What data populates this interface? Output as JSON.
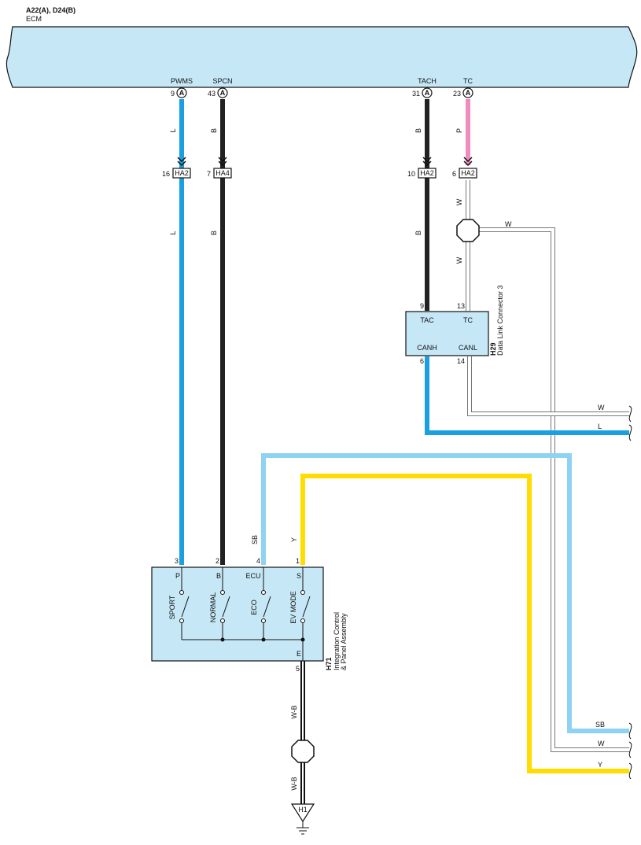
{
  "header": {
    "connector_ref": "A22(A), D24(B)",
    "component": "ECM"
  },
  "ecm_pins": [
    {
      "num": "9",
      "name": "PWMS",
      "conn": "A"
    },
    {
      "num": "43",
      "name": "SPCN",
      "conn": "A"
    },
    {
      "num": "31",
      "name": "TACH",
      "conn": "A"
    },
    {
      "num": "23",
      "name": "TC",
      "conn": "A"
    }
  ],
  "junctions": [
    {
      "num": "16",
      "label": "HA2"
    },
    {
      "num": "7",
      "label": "HA4"
    },
    {
      "num": "10",
      "label": "HA2"
    },
    {
      "num": "6",
      "label": "HA2"
    }
  ],
  "wire_labels": {
    "pwms_upper": "L",
    "pwms_lower": "L",
    "spcn_upper": "B",
    "spcn_lower": "B",
    "tach_upper": "B",
    "tach_lower": "B",
    "tc_upper": "P",
    "tc_mid": "W",
    "tc_lower": "W",
    "tc_branch": "W",
    "ecu_wire": "SB",
    "s_wire": "Y",
    "ground_upper": "W-B",
    "ground_lower": "W-B"
  },
  "dlc3": {
    "id": "H29",
    "name": "Data Link Connector 3",
    "pins": [
      {
        "num": "9",
        "label": "TAC"
      },
      {
        "num": "13",
        "label": "TC"
      },
      {
        "num": "6",
        "label": "CANH"
      },
      {
        "num": "14",
        "label": "CANL"
      }
    ]
  },
  "panel": {
    "id": "H71",
    "name_line1": "Integration Control",
    "name_line2": "& Panel Assembly",
    "pins": [
      {
        "num": "3",
        "label": "P"
      },
      {
        "num": "2",
        "label": "B"
      },
      {
        "num": "4",
        "label": "ECU"
      },
      {
        "num": "1",
        "label": "S"
      }
    ],
    "switches": [
      "SPORT",
      "NORMAL",
      "ECO",
      "EV MODE"
    ],
    "ground_pin": {
      "num": "5",
      "label": "E"
    }
  },
  "ground": {
    "label": "H1"
  },
  "right_wires": [
    {
      "label": "W",
      "color": "#ffffff"
    },
    {
      "label": "L",
      "color": "#1a9fe0"
    },
    {
      "label": "SB",
      "color": "#8ed3f3"
    },
    {
      "label": "W",
      "color": "#ffffff"
    },
    {
      "label": "Y",
      "color": "#ffdd00"
    }
  ],
  "colors": {
    "ecm_fill": "#c6e8f6",
    "L": "#1a9fe0",
    "B": "#222222",
    "P": "#ee8cbf",
    "SB": "#8ed3f3",
    "Y": "#ffdd00",
    "W_outline": "#777777"
  }
}
